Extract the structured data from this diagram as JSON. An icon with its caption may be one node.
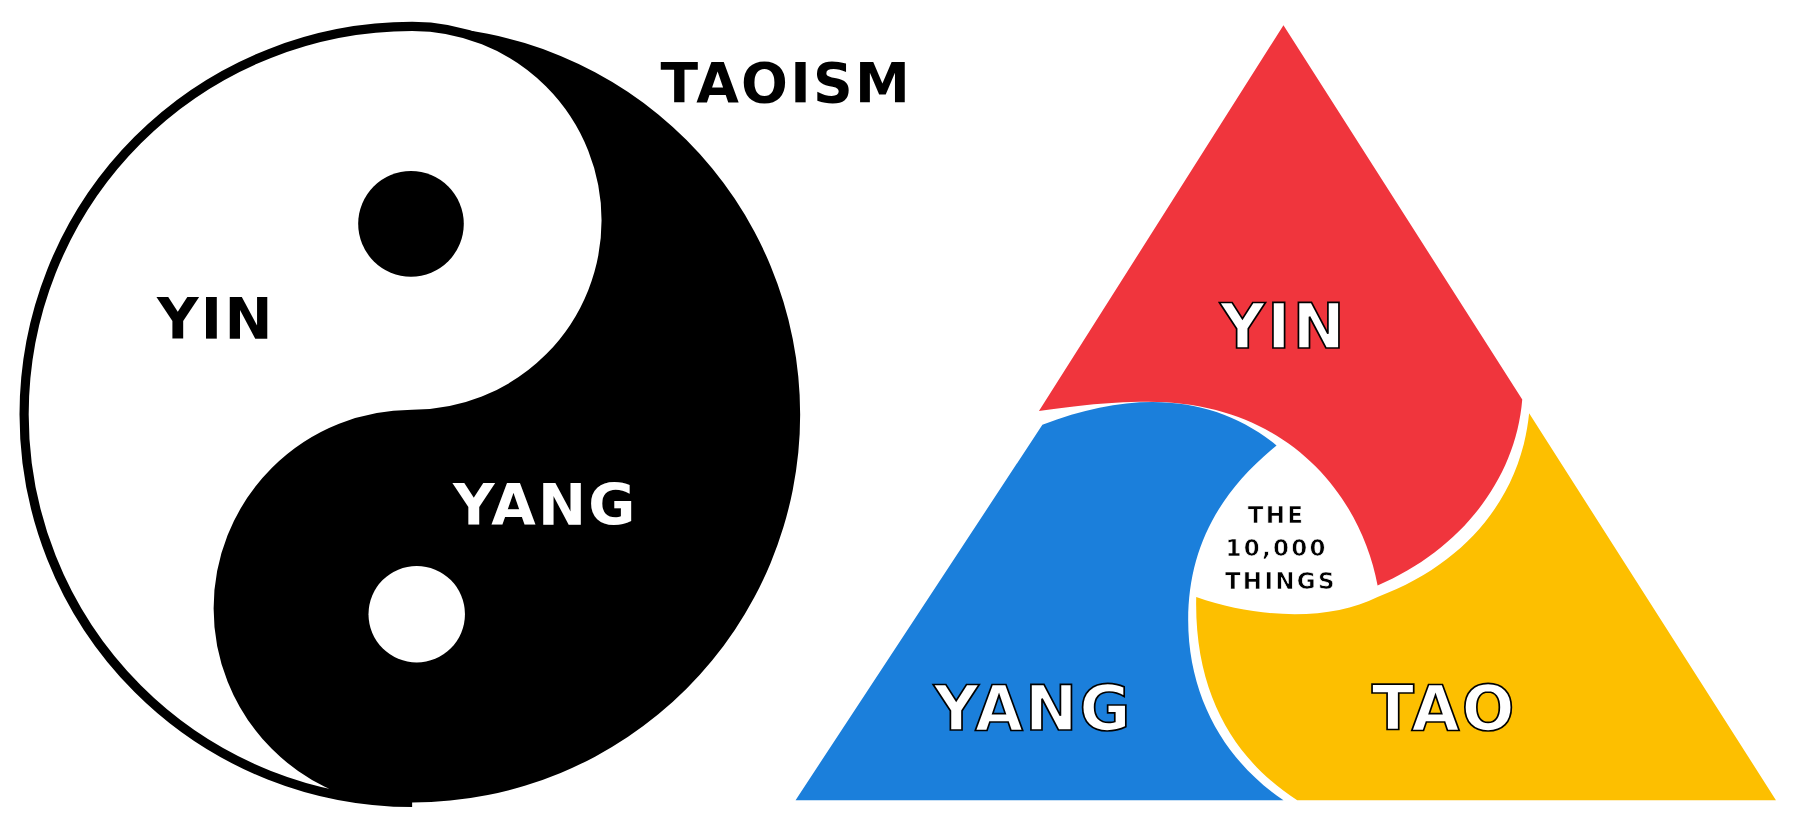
{
  "diagram": {
    "title": "TAOISM",
    "nodes": [
      {
        "text": [
          "YIN"
        ]
      },
      {
        "text": [
          "YANG"
        ]
      },
      {
        "text": [
          "YIN"
        ]
      },
      {
        "text": [
          "YANG"
        ]
      },
      {
        "text": [
          "TAO"
        ]
      }
    ],
    "labels": [
      "THE 10,000 THINGS"
    ]
  }
}
